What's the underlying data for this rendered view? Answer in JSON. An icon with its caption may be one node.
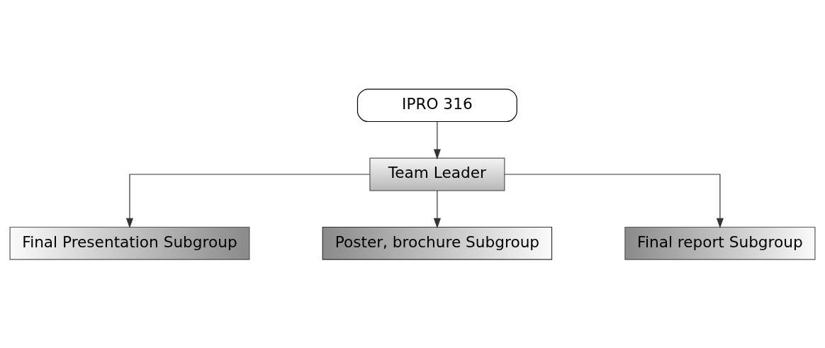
{
  "diagram": {
    "nodes": [
      {
        "text": [
          "IPRO 316"
        ]
      },
      {
        "text": [
          "Team Leader"
        ]
      },
      {
        "text": [
          "Final Presentation Subgroup"
        ]
      },
      {
        "text": [
          "Poster, brochure Subgroup"
        ]
      },
      {
        "text": [
          "Final report Subgroup"
        ]
      }
    ],
    "edges": [
      {
        "from": 0,
        "to": 1,
        "arrow": "to"
      },
      {
        "from": 1,
        "to": 2,
        "arrow": "to"
      },
      {
        "from": 1,
        "to": 3,
        "arrow": "to"
      },
      {
        "from": 1,
        "to": 4,
        "arrow": "to"
      }
    ]
  }
}
